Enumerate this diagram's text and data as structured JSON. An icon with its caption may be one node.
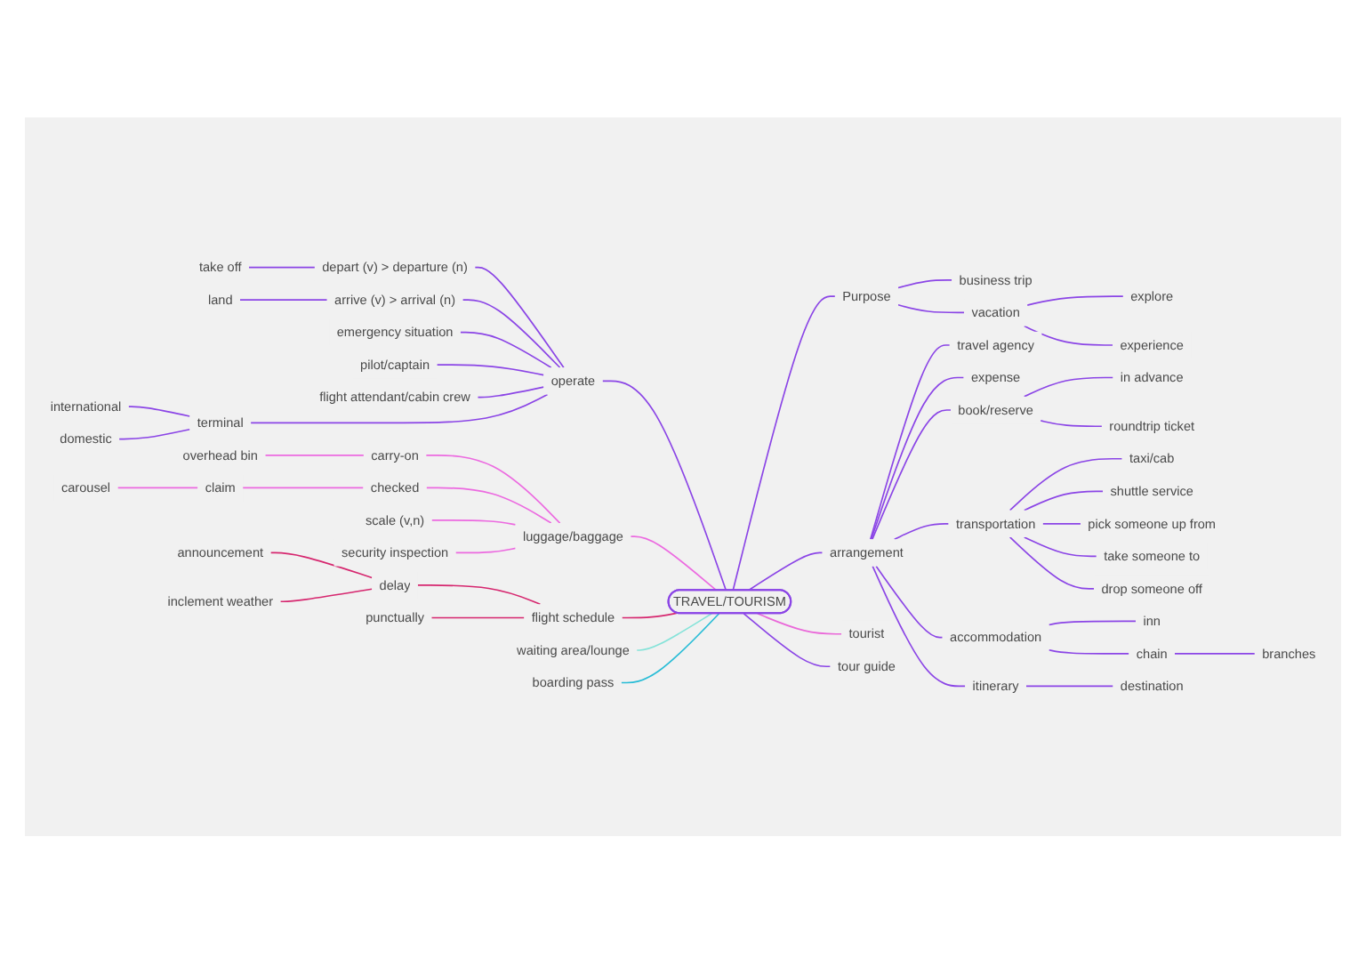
{
  "diagram": {
    "nodes": [
      {
        "text": [
          "TRAVEL/TOURISM"
        ]
      },
      {
        "text": [
          "operate"
        ]
      },
      {
        "text": [
          "depart (v) > departure (n)"
        ]
      },
      {
        "text": [
          "take off"
        ]
      },
      {
        "text": [
          "arrive (v) > arrival (n)"
        ]
      },
      {
        "text": [
          "land"
        ]
      },
      {
        "text": [
          "emergency situation"
        ]
      },
      {
        "text": [
          "pilot/captain"
        ]
      },
      {
        "text": [
          "flight attendant/cabin crew"
        ]
      },
      {
        "text": [
          "terminal"
        ]
      },
      {
        "text": [
          "international"
        ]
      },
      {
        "text": [
          "domestic"
        ]
      },
      {
        "text": [
          "luggage/baggage"
        ]
      },
      {
        "text": [
          "carry-on"
        ]
      },
      {
        "text": [
          "overhead bin"
        ]
      },
      {
        "text": [
          "checked"
        ]
      },
      {
        "text": [
          "claim"
        ]
      },
      {
        "text": [
          "carousel"
        ]
      },
      {
        "text": [
          "scale (v,n)"
        ]
      },
      {
        "text": [
          "security inspection"
        ]
      },
      {
        "text": [
          "flight schedule"
        ]
      },
      {
        "text": [
          "delay"
        ]
      },
      {
        "text": [
          "announcement"
        ]
      },
      {
        "text": [
          "inclement weather"
        ]
      },
      {
        "text": [
          "punctually"
        ]
      },
      {
        "text": [
          "waiting area/lounge"
        ]
      },
      {
        "text": [
          "boarding pass"
        ]
      },
      {
        "text": [
          "Purpose"
        ]
      },
      {
        "text": [
          "business trip"
        ]
      },
      {
        "text": [
          "vacation"
        ]
      },
      {
        "text": [
          "explore"
        ]
      },
      {
        "text": [
          "experience"
        ]
      },
      {
        "text": [
          "arrangement"
        ]
      },
      {
        "text": [
          "travel agency"
        ]
      },
      {
        "text": [
          "expense"
        ]
      },
      {
        "text": [
          "book/reserve"
        ]
      },
      {
        "text": [
          "in advance"
        ]
      },
      {
        "text": [
          "roundtrip ticket"
        ]
      },
      {
        "text": [
          "transportation"
        ]
      },
      {
        "text": [
          "taxi/cab"
        ]
      },
      {
        "text": [
          "shuttle service"
        ]
      },
      {
        "text": [
          "pick someone up from"
        ]
      },
      {
        "text": [
          "take someone to"
        ]
      },
      {
        "text": [
          "drop someone off"
        ]
      },
      {
        "text": [
          "accommodation"
        ]
      },
      {
        "text": [
          "inn"
        ]
      },
      {
        "text": [
          "chain"
        ]
      },
      {
        "text": [
          "branches"
        ]
      },
      {
        "text": [
          "itinerary"
        ]
      },
      {
        "text": [
          "destination"
        ]
      },
      {
        "text": [
          "tourist"
        ]
      },
      {
        "text": [
          "tour guide"
        ]
      }
    ],
    "edges": [
      {
        "from": 1,
        "to": 0,
        "arrow": "none"
      },
      {
        "from": 2,
        "to": 1,
        "arrow": "none"
      },
      {
        "from": 3,
        "to": 2,
        "arrow": "none"
      },
      {
        "from": 4,
        "to": 1,
        "arrow": "none"
      },
      {
        "from": 5,
        "to": 4,
        "arrow": "none"
      },
      {
        "from": 6,
        "to": 1,
        "arrow": "none"
      },
      {
        "from": 7,
        "to": 1,
        "arrow": "none"
      },
      {
        "from": 8,
        "to": 1,
        "arrow": "none"
      },
      {
        "from": 9,
        "to": 1,
        "arrow": "none"
      },
      {
        "from": 10,
        "to": 9,
        "arrow": "none"
      },
      {
        "from": 11,
        "to": 9,
        "arrow": "none"
      },
      {
        "from": 12,
        "to": 0,
        "arrow": "none",
        "color": "#ec6ae0"
      },
      {
        "from": 13,
        "to": 12,
        "arrow": "none",
        "color": "#ec6ae0"
      },
      {
        "from": 14,
        "to": 13,
        "arrow": "none",
        "color": "#ec6ae0"
      },
      {
        "from": 15,
        "to": 12,
        "arrow": "none",
        "color": "#ec6ae0"
      },
      {
        "from": 16,
        "to": 15,
        "arrow": "none",
        "color": "#ec6ae0"
      },
      {
        "from": 17,
        "to": 16,
        "arrow": "none",
        "color": "#ec6ae0"
      },
      {
        "from": 18,
        "to": 12,
        "arrow": "none",
        "color": "#ec6ae0"
      },
      {
        "from": 19,
        "to": 12,
        "arrow": "none",
        "color": "#ec6ae0"
      },
      {
        "from": 20,
        "to": 0,
        "arrow": "none",
        "color": "#d6276f"
      },
      {
        "from": 21,
        "to": 20,
        "arrow": "none",
        "color": "#d6276f"
      },
      {
        "from": 22,
        "to": 21,
        "arrow": "none",
        "color": "#d6276f"
      },
      {
        "from": 23,
        "to": 21,
        "arrow": "none",
        "color": "#d6276f"
      },
      {
        "from": 24,
        "to": 20,
        "arrow": "none",
        "color": "#d6276f"
      },
      {
        "from": 25,
        "to": 0,
        "arrow": "none",
        "color": "#85e3d9"
      },
      {
        "from": 26,
        "to": 0,
        "arrow": "none",
        "color": "#27bcd6"
      },
      {
        "from": 0,
        "to": 27,
        "arrow": "none"
      },
      {
        "from": 27,
        "to": 28,
        "arrow": "none"
      },
      {
        "from": 27,
        "to": 29,
        "arrow": "none"
      },
      {
        "from": 29,
        "to": 30,
        "arrow": "none"
      },
      {
        "from": 29,
        "to": 31,
        "arrow": "none"
      },
      {
        "from": 0,
        "to": 32,
        "arrow": "none"
      },
      {
        "from": 32,
        "to": 33,
        "arrow": "none"
      },
      {
        "from": 32,
        "to": 34,
        "arrow": "none"
      },
      {
        "from": 32,
        "to": 35,
        "arrow": "none"
      },
      {
        "from": 35,
        "to": 36,
        "arrow": "none"
      },
      {
        "from": 35,
        "to": 37,
        "arrow": "none"
      },
      {
        "from": 32,
        "to": 38,
        "arrow": "none"
      },
      {
        "from": 38,
        "to": 39,
        "arrow": "none"
      },
      {
        "from": 38,
        "to": 40,
        "arrow": "none"
      },
      {
        "from": 38,
        "to": 41,
        "arrow": "none"
      },
      {
        "from": 38,
        "to": 42,
        "arrow": "none"
      },
      {
        "from": 38,
        "to": 43,
        "arrow": "none"
      },
      {
        "from": 32,
        "to": 44,
        "arrow": "none"
      },
      {
        "from": 44,
        "to": 45,
        "arrow": "none"
      },
      {
        "from": 44,
        "to": 46,
        "arrow": "none"
      },
      {
        "from": 46,
        "to": 47,
        "arrow": "none"
      },
      {
        "from": 32,
        "to": 48,
        "arrow": "none"
      },
      {
        "from": 48,
        "to": 49,
        "arrow": "none"
      },
      {
        "from": 0,
        "to": 50,
        "arrow": "none",
        "color": "#ea68d9"
      },
      {
        "from": 0,
        "to": 51,
        "arrow": "none"
      }
    ]
  }
}
